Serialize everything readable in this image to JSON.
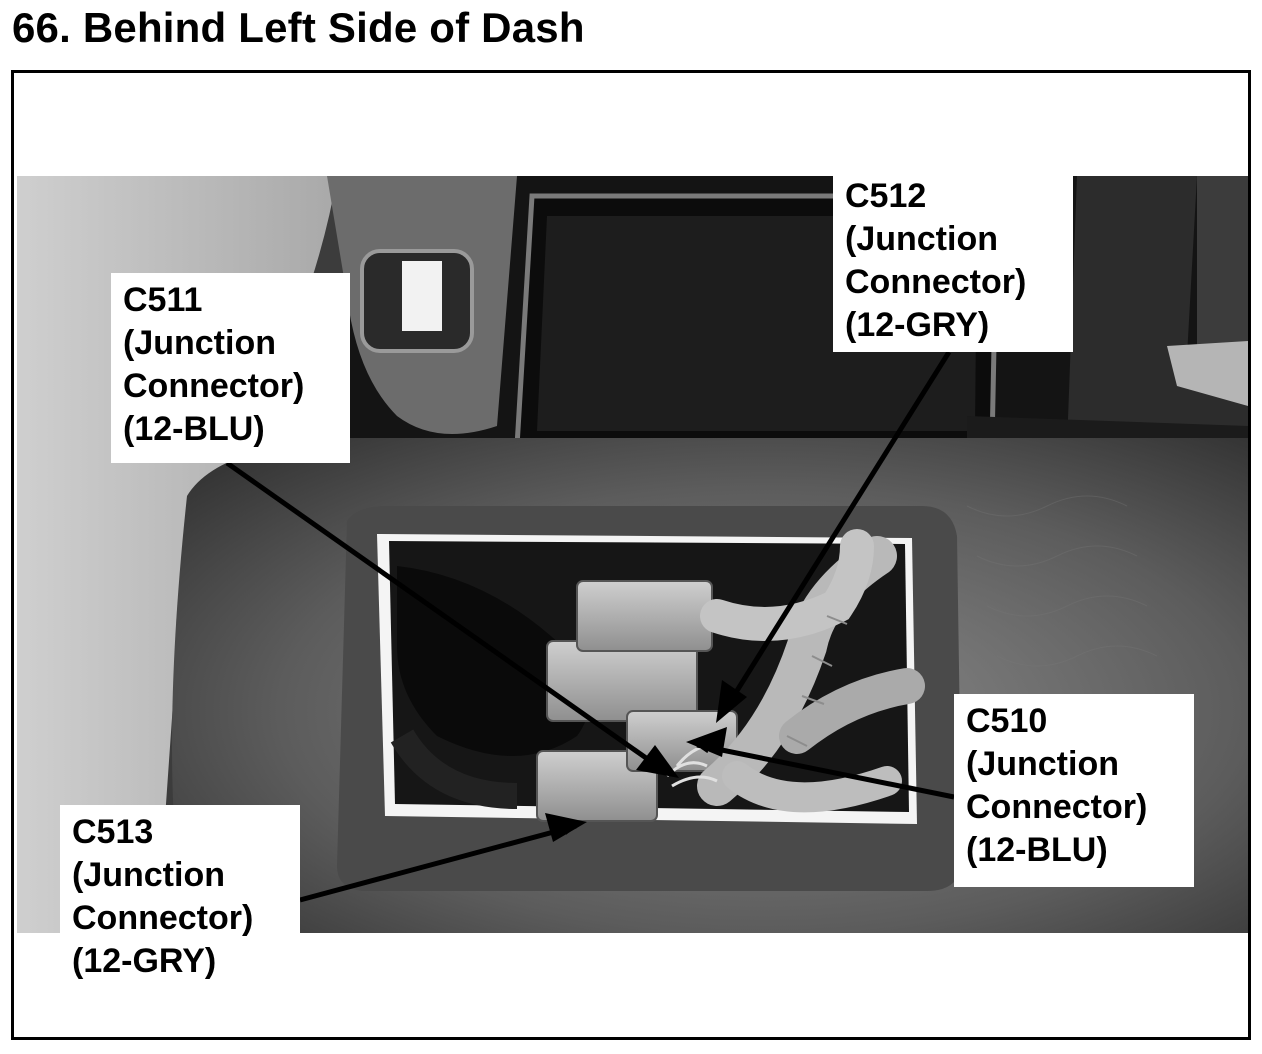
{
  "title": "66. Behind Left Side of Dash",
  "callouts": {
    "c511": {
      "id": "C511",
      "line2": "(Junction",
      "line3": "Connector)",
      "line4": "(12-BLU)"
    },
    "c512": {
      "id": "C512",
      "line2": "(Junction",
      "line3": "Connector)",
      "line4": "(12-GRY)"
    },
    "c510": {
      "id": "C510",
      "line2": "(Junction",
      "line3": "Connector)",
      "line4": "(12-BLU)"
    },
    "c513": {
      "id": "C513",
      "line2": "(Junction",
      "line3": "Connector)",
      "line4": "(12-GRY)"
    }
  },
  "colors": {
    "ink": "#000000",
    "paper": "#ffffff"
  }
}
